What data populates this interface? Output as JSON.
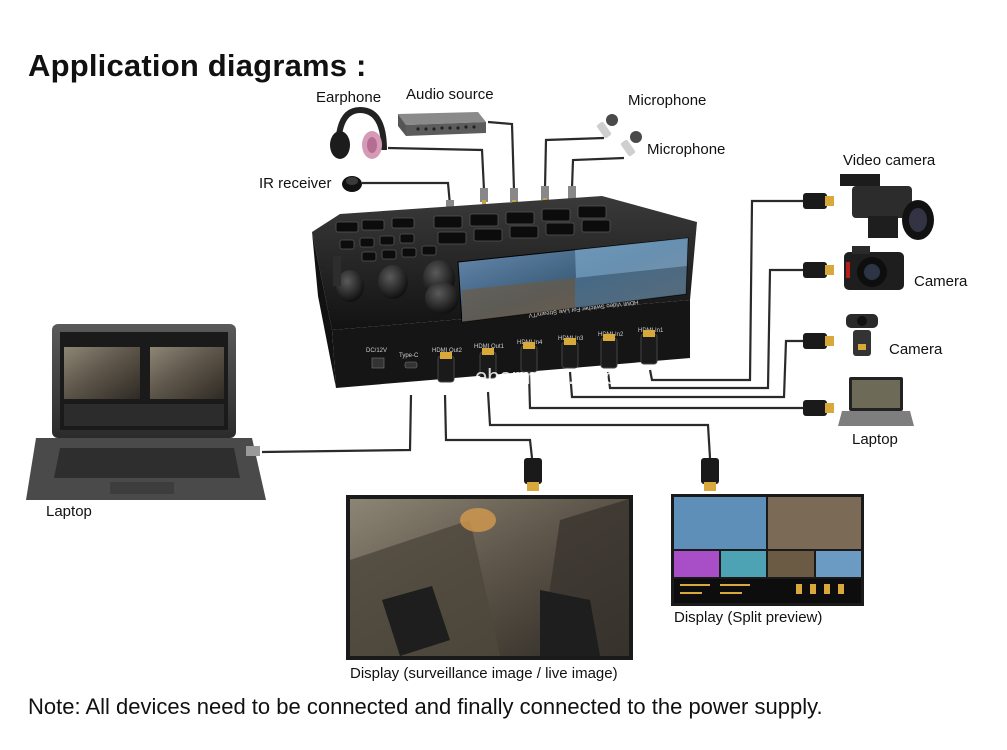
{
  "title": "Application diagrams :",
  "labels": {
    "earphone": "Earphone",
    "audio_source": "Audio source",
    "microphone_1": "Microphone",
    "microphone_2": "Microphone",
    "ir_receiver": "IR receiver",
    "video_camera": "Video camera",
    "camera_1": "Camera",
    "camera_2": "Camera",
    "laptop_right": "Laptop",
    "laptop_left": "Laptop",
    "display_split": "Display (Split preview)",
    "display_live": "Display (surveillance image / live image)"
  },
  "device": {
    "panel_text": "HDMI Video Switcher For Live Stream/TV",
    "ports": [
      "DC/12V",
      "Type-C",
      "HDMI Out2",
      "HDMI Out1",
      "HDMI In4",
      "HDMI In3",
      "HDMI In2",
      "HDMI In1"
    ],
    "watermark": "eborm.en.ba.com"
  },
  "note": "Note: All devices need to be connected and finally connected to the power supply.",
  "colors": {
    "cable": "#2a2a2a",
    "device_body": "#1c1c1c",
    "hdmi_gold": "#d8a93a"
  }
}
